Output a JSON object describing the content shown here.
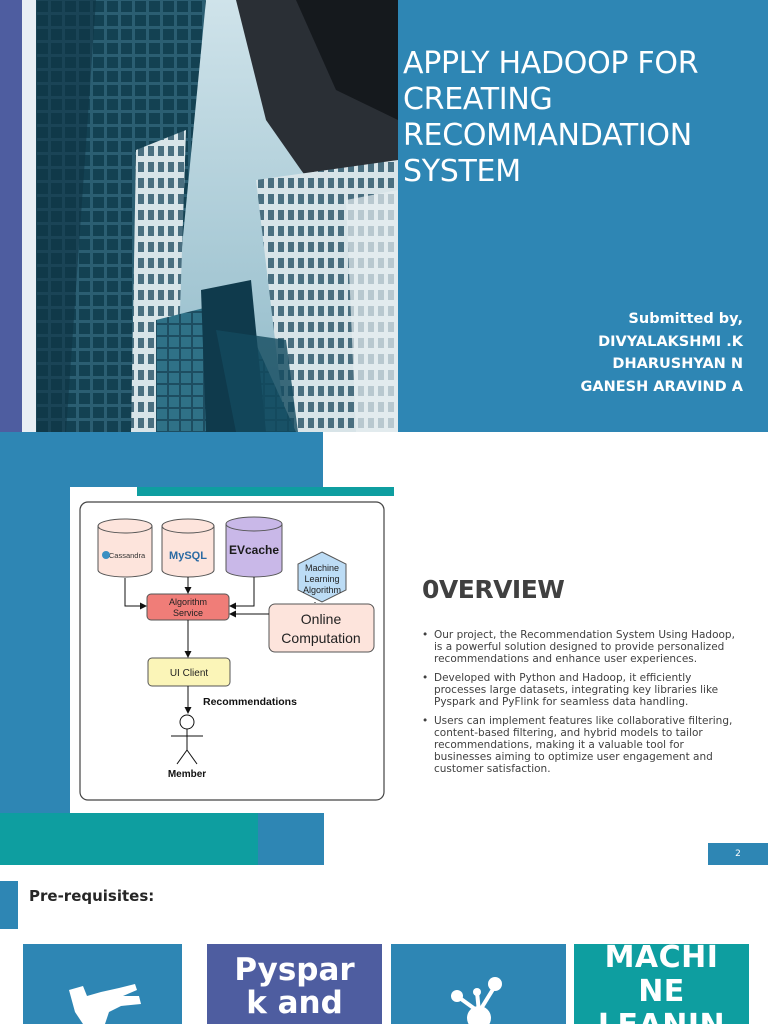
{
  "slide1": {
    "title_lines": [
      "APPLY HADOOP FOR",
      "CREATING",
      "RECOMMANDATION",
      "SYSTEM"
    ],
    "submitted_by": "Submitted by,",
    "authors": [
      "DIVYALAKSHMI .K",
      "DHARUSHYAN N",
      "GANESH ARAVIND A"
    ]
  },
  "slide2": {
    "diagram": {
      "databases": [
        "Cassandra",
        "MySQL",
        "EVcache"
      ],
      "algorithm_service": [
        "Algorithm",
        "Service"
      ],
      "ml_algorithm": [
        "Machine",
        "Learning",
        "Algorithm"
      ],
      "online_computation": [
        "Online",
        "Computation"
      ],
      "ui_client": "UI Client",
      "recommendations": "Recommendations",
      "member": "Member"
    },
    "heading": "0VERVIEW",
    "bullets": [
      "Our project, the Recommendation System Using Hadoop, is a powerful solution designed to provide personalized recommendations and enhance user experiences.",
      " Developed with Python and Hadoop, it efficiently processes large datasets, integrating key libraries like Pyspark and PyFlink for seamless data handling.",
      " Users can implement features like collaborative filtering, content-based filtering, and hybrid models to tailor recommendations, making it a valuable tool for businesses aiming to optimize user engagement and customer satisfaction."
    ],
    "page_number": "2"
  },
  "slide3": {
    "heading": "Pre-requisites:",
    "tiles": [
      {
        "icon": "hand-icon"
      },
      {
        "text_lines": [
          "Pyspar",
          "k and"
        ]
      },
      {
        "icon": "network-icon"
      },
      {
        "text_lines": [
          "MACHI",
          "NE",
          "LEANIN"
        ]
      }
    ]
  },
  "colors": {
    "blue": "#2e86b4",
    "purple": "#4e5da0",
    "teal": "#0e9ea0"
  }
}
